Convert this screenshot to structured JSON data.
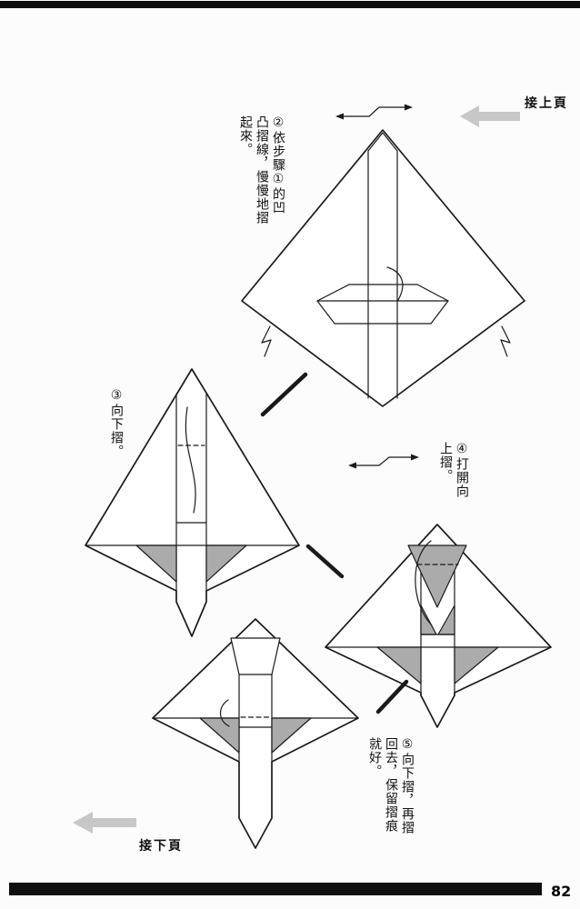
{
  "page": {
    "number": "82",
    "prev_label": "接上頁",
    "next_label": "接下頁"
  },
  "instructions": {
    "step2": "②依步驟①的凹凸摺線，慢慢地摺起來。",
    "step3": "③向下摺。",
    "step4": "④打開向上摺。",
    "step5": "⑤向下摺，再摺回去，保留摺痕就好。"
  },
  "colors": {
    "line": "#1a1a1a",
    "shade": "#ababab",
    "page_arrow": "#c7c7c7"
  },
  "icons": {
    "prev_arrow": "gray-left-page-arrow",
    "next_arrow": "gray-left-page-arrow",
    "turn_symbols": "zigzag-double-arrow",
    "swing_symbols": "lightning-arrow"
  }
}
